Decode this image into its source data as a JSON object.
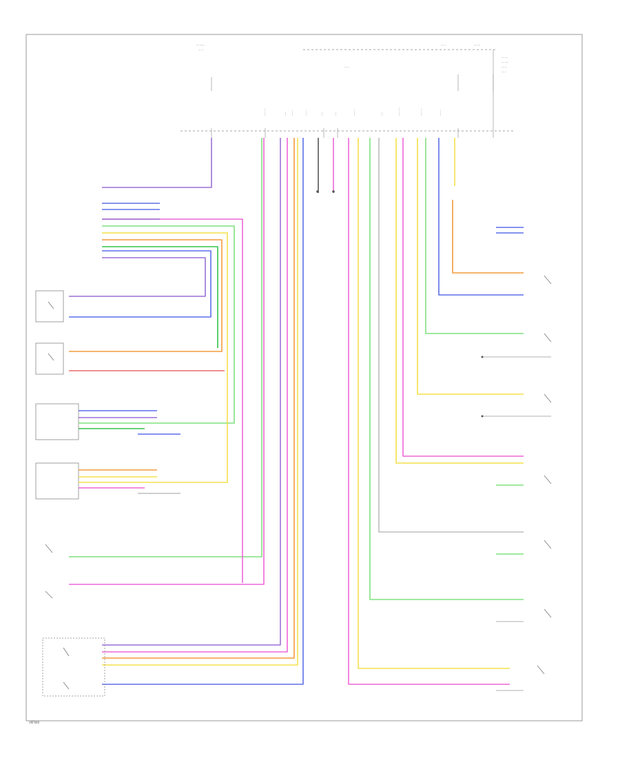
{
  "figure_code": "V6F940",
  "colors": {
    "violet": "#9b6fd6",
    "light_green": "#7ee07e",
    "green": "#33c24a",
    "yellow": "#f4e04a",
    "orange": "#f39a3a",
    "blue": "#5b6fe8",
    "pink": "#ee66d8",
    "red": "#e86a6a",
    "grey": "#bdbdbd",
    "frame": "#999999"
  },
  "icons": [
    "switch-symbol",
    "ground-symbol",
    "fuse-symbol",
    "connector-dashed-line"
  ]
}
